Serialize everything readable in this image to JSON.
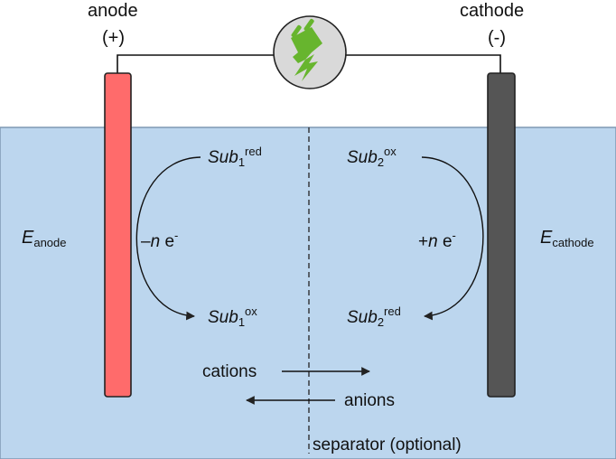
{
  "electrodes": {
    "anode": {
      "name": "anode",
      "sign": "(+)",
      "color": "#ff6b6b"
    },
    "cathode": {
      "name": "cathode",
      "sign": "(-)",
      "color": "#555555"
    }
  },
  "electrolyte": {
    "color": "#bcd6ee"
  },
  "power_source": {
    "icon": "power-plug-icon",
    "color": "#67b52e"
  },
  "potentials": {
    "anode": {
      "symbol": "E",
      "subscript": "anode"
    },
    "cathode": {
      "symbol": "E",
      "subscript": "cathode"
    }
  },
  "anode_reaction": {
    "reactant": {
      "name": "Sub",
      "index": "1",
      "state": "red"
    },
    "product": {
      "name": "Sub",
      "index": "1",
      "state": "ox"
    },
    "electrons": {
      "sign": "–",
      "n": "n",
      "e": "e",
      "charge": "-"
    }
  },
  "cathode_reaction": {
    "reactant": {
      "name": "Sub",
      "index": "2",
      "state": "ox"
    },
    "product": {
      "name": "Sub",
      "index": "2",
      "state": "red"
    },
    "electrons": {
      "sign": "+",
      "n": "n",
      "e": "e",
      "charge": "-"
    }
  },
  "ion_flow": {
    "cations": "cations",
    "anions": "anions"
  },
  "separator": {
    "label": "separator (optional)"
  }
}
